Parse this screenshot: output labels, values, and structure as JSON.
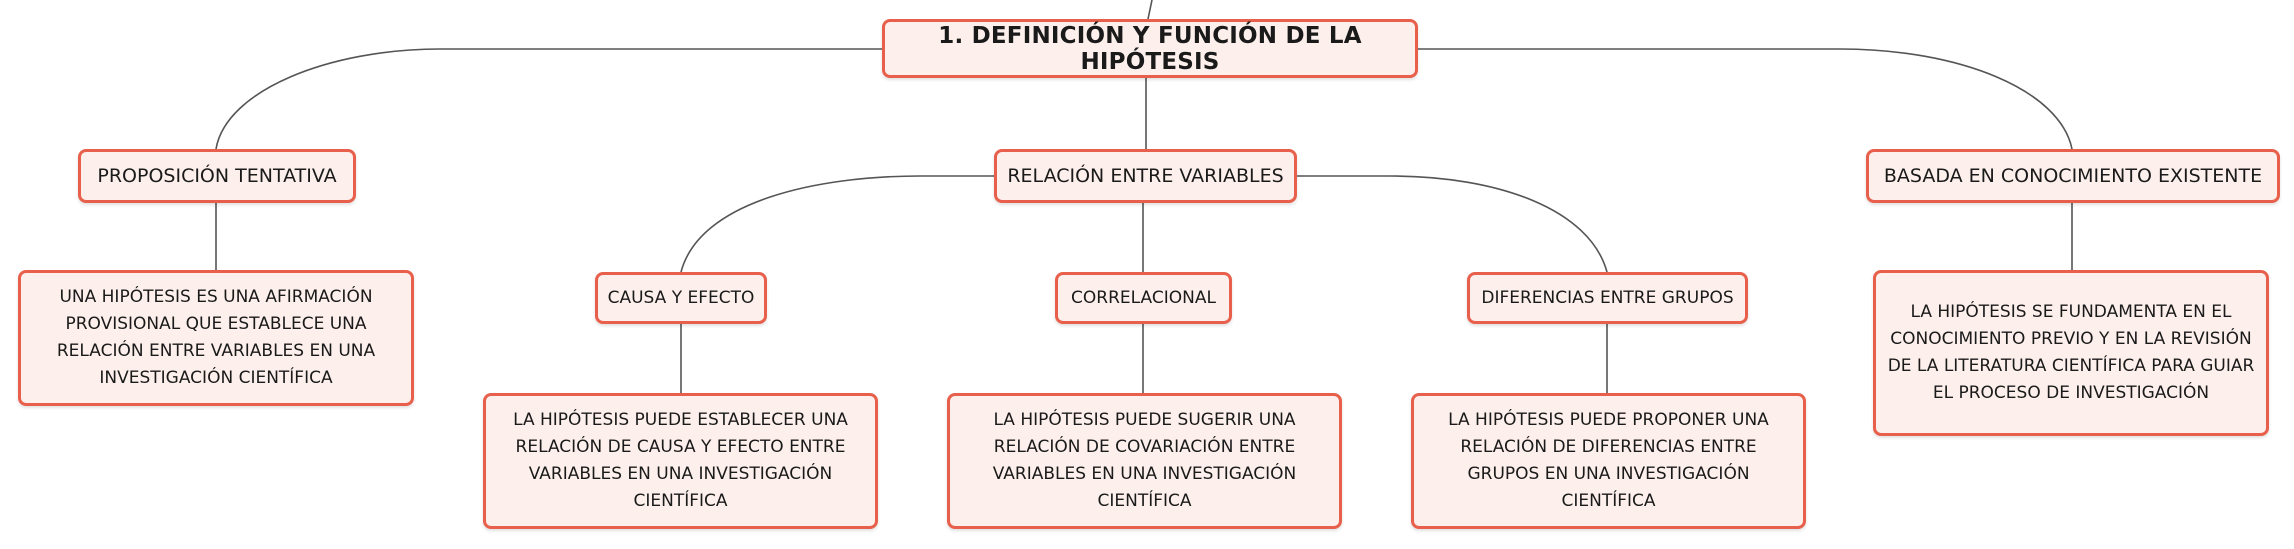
{
  "root": {
    "label": "1. DEFINICIÓN Y FUNCIÓN DE LA HIPÓTESIS"
  },
  "branches": {
    "proposicion": {
      "label": "PROPOSICIÓN TENTATIVA",
      "detail": "UNA HIPÓTESIS ES UNA AFIRMACIÓN PROVISIONAL QUE ESTABLECE UNA RELACIÓN ENTRE VARIABLES EN UNA INVESTIGACIÓN CIENTÍFICA"
    },
    "relacion": {
      "label": "RELACIÓN ENTRE VARIABLES",
      "children": {
        "causa": {
          "label": "CAUSA Y EFECTO",
          "detail": "LA HIPÓTESIS PUEDE ESTABLECER UNA RELACIÓN DE CAUSA Y EFECTO ENTRE VARIABLES EN UNA INVESTIGACIÓN CIENTÍFICA"
        },
        "correlacional": {
          "label": "CORRELACIONAL",
          "detail": "LA HIPÓTESIS PUEDE SUGERIR UNA RELACIÓN DE COVARIACIÓN ENTRE VARIABLES EN UNA INVESTIGACIÓN CIENTÍFICA"
        },
        "diferencias": {
          "label": "DIFERENCIAS ENTRE GRUPOS",
          "detail": "LA HIPÓTESIS PUEDE PROPONER UNA RELACIÓN DE DIFERENCIAS ENTRE GRUPOS EN UNA INVESTIGACIÓN CIENTÍFICA"
        }
      }
    },
    "basada": {
      "label": "BASADA EN CONOCIMIENTO EXISTENTE",
      "detail": "LA HIPÓTESIS SE FUNDAMENTA EN EL CONOCIMIENTO PREVIO Y EN LA REVISIÓN DE LA LITERATURA CIENTÍFICA PARA GUIAR EL PROCESO DE INVESTIGACIÓN"
    }
  },
  "colors": {
    "node_border": "#e8604c",
    "node_fill": "#fdf0ec",
    "connector": "#555555",
    "text": "#1a1a1a"
  }
}
